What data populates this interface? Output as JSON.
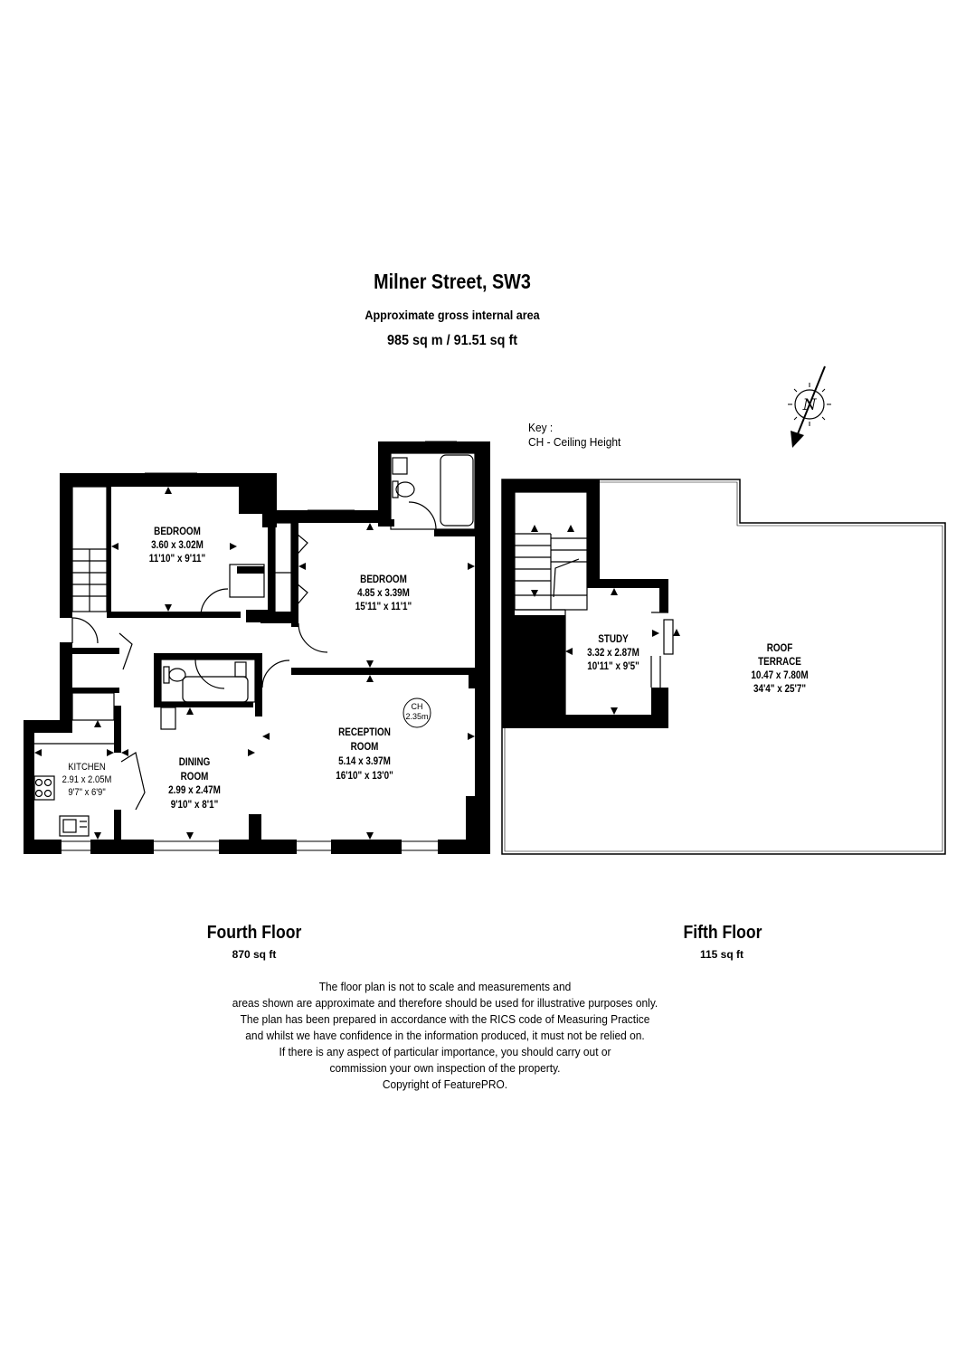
{
  "header": {
    "title": "Milner Street, SW3",
    "subtitle": "Approximate gross internal area",
    "total_area": "985 sq m /  91.51 sq ft"
  },
  "key": {
    "label": "Key :",
    "item": "CH - Ceiling Height"
  },
  "compass": {
    "letter": "N"
  },
  "rooms": {
    "bedroom1": {
      "name": "BEDROOM",
      "metric": "3.60 x 3.02M",
      "imperial": "11'10\" x 9'11\""
    },
    "bedroom2": {
      "name": "BEDROOM",
      "metric": "4.85 x 3.39M",
      "imperial": "15'11\" x 11'1\""
    },
    "reception": {
      "name1": "RECEPTION",
      "name2": "ROOM",
      "metric": "5.14 x 3.97M",
      "imperial": "16'10\" x 13'0\""
    },
    "dining": {
      "name1": "DINING",
      "name2": "ROOM",
      "metric": "2.99 x 2.47M",
      "imperial": "9'10\" x 8'1\""
    },
    "kitchen": {
      "name": "KITCHEN",
      "metric": "2.91 x 2.05M",
      "imperial": "9'7\" x 6'9\""
    },
    "study": {
      "name": "STUDY",
      "metric": "3.32 x 2.87M",
      "imperial": "10'11\" x 9'5\""
    },
    "terrace": {
      "name1": "ROOF",
      "name2": "TERRACE",
      "metric": "10.47 x 7.80M",
      "imperial": "34'4\" x 25'7\""
    }
  },
  "ceiling_height": {
    "label": "CH",
    "value": "2.35m"
  },
  "floors": {
    "fourth": {
      "name": "Fourth Floor",
      "area": "870 sq ft"
    },
    "fifth": {
      "name": "Fifth Floor",
      "area": "115 sq ft"
    }
  },
  "disclaimer": [
    "The floor plan is not to scale and measurements and",
    "areas shown are approximate and therefore should be used for illustrative purposes only.",
    "The plan has been prepared in accordance with the RICS code of Measuring Practice",
    "and whilst we have confidence in the information produced, it must not be relied on.",
    "If there is any aspect of particular importance, you should carry out or",
    "commission your own inspection of the property.",
    "Copyright of FeaturePRO."
  ]
}
